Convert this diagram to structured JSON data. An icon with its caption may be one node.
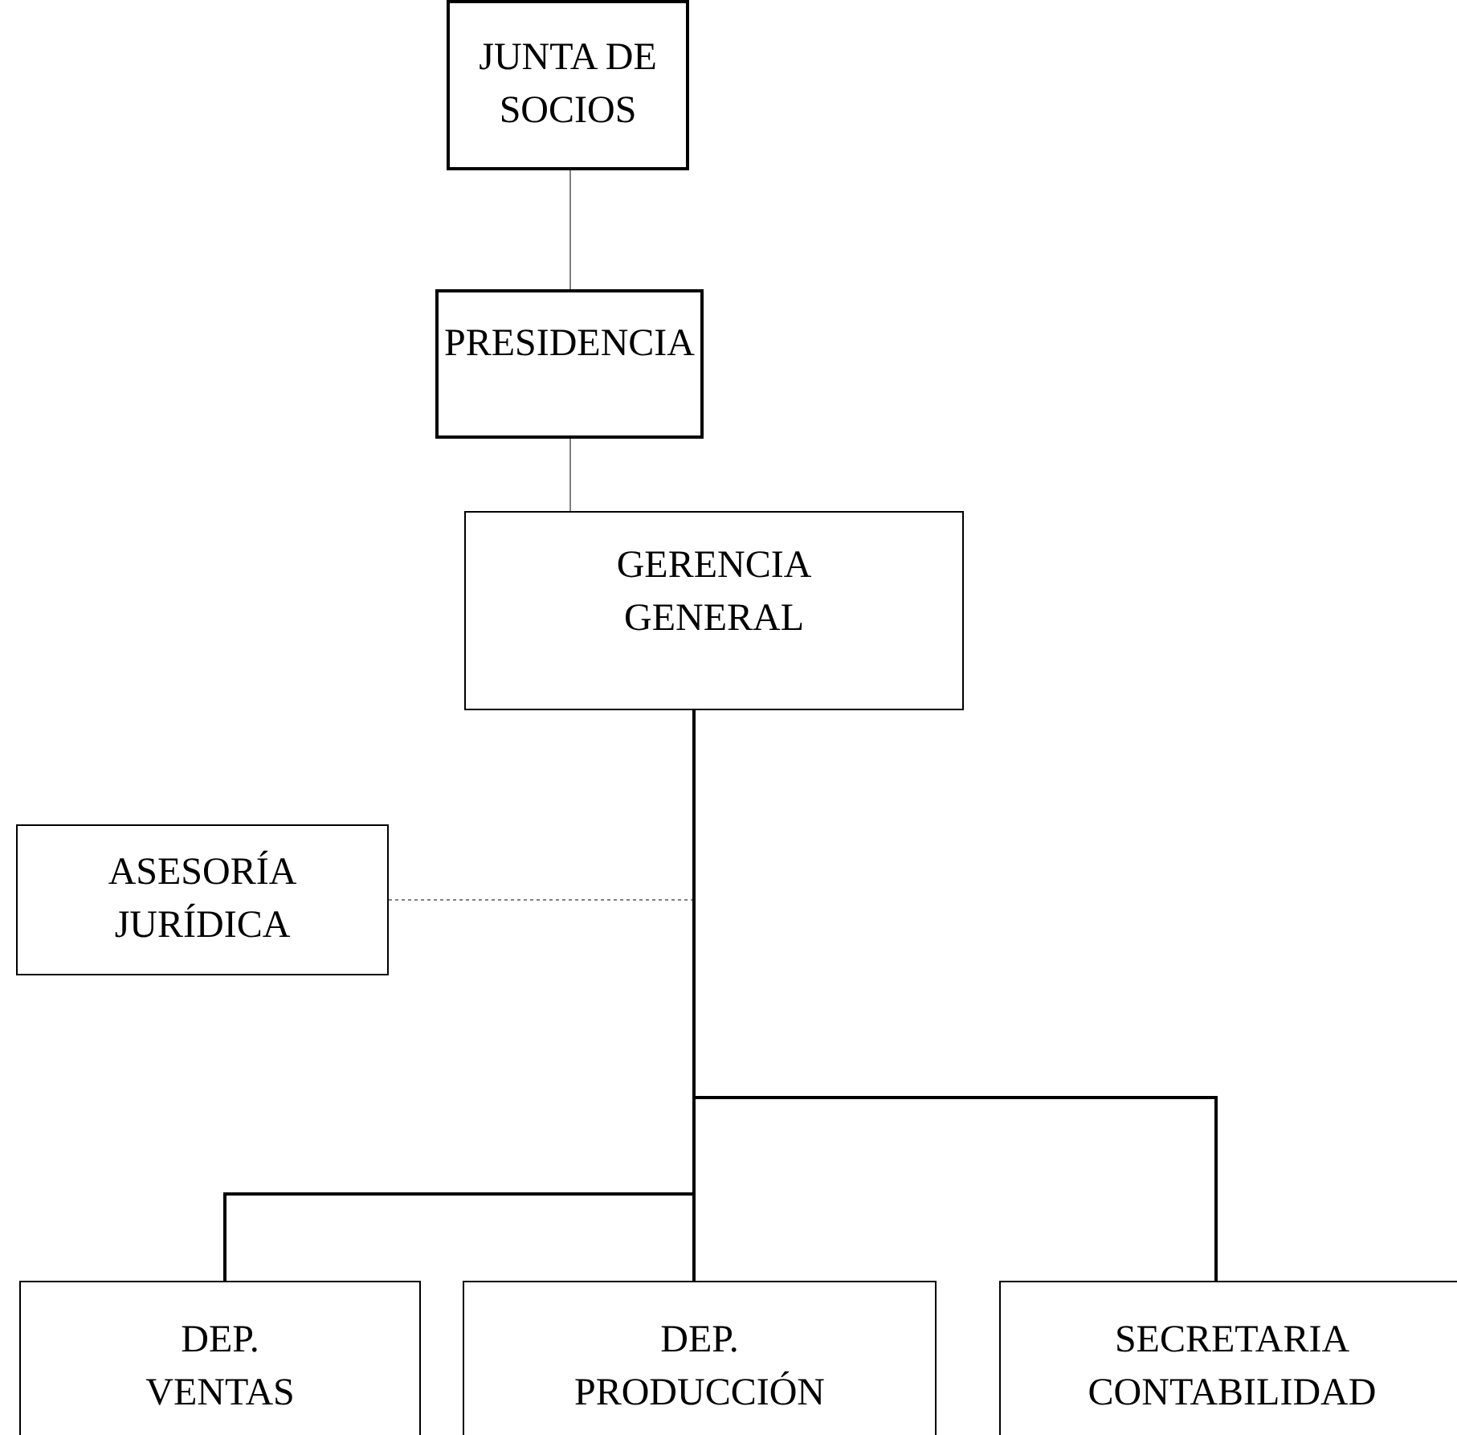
{
  "diagram": {
    "nodes": [
      {
        "text": [
          "JUNTA DE SOCIOS"
        ]
      },
      {
        "text": [
          "PRESIDENCIA"
        ]
      },
      {
        "text": [
          "GERENCIA GENERAL"
        ]
      },
      {
        "text": [
          "ASESORÍA JURÍDICA"
        ]
      },
      {
        "text": [
          "DEP. VENTAS"
        ]
      },
      {
        "text": [
          "DEP. PRODUCCIÓN"
        ]
      },
      {
        "text": [
          "SECRETARIA CONTABILIDAD"
        ]
      }
    ],
    "edges": [
      {
        "from": 0,
        "to": 1,
        "arrow": "none",
        "color": "#808080"
      },
      {
        "from": 1,
        "to": 2,
        "arrow": "none",
        "color": "#808080"
      },
      {
        "from": 3,
        "to": 2,
        "arrow": "none",
        "style": "dashed",
        "color": "#808080"
      },
      {
        "from": 2,
        "to": 4,
        "arrow": "none",
        "color": "#000000"
      },
      {
        "from": 2,
        "to": 5,
        "arrow": "none",
        "color": "#000000"
      },
      {
        "from": 2,
        "to": 6,
        "arrow": "none",
        "color": "#000000"
      }
    ]
  }
}
